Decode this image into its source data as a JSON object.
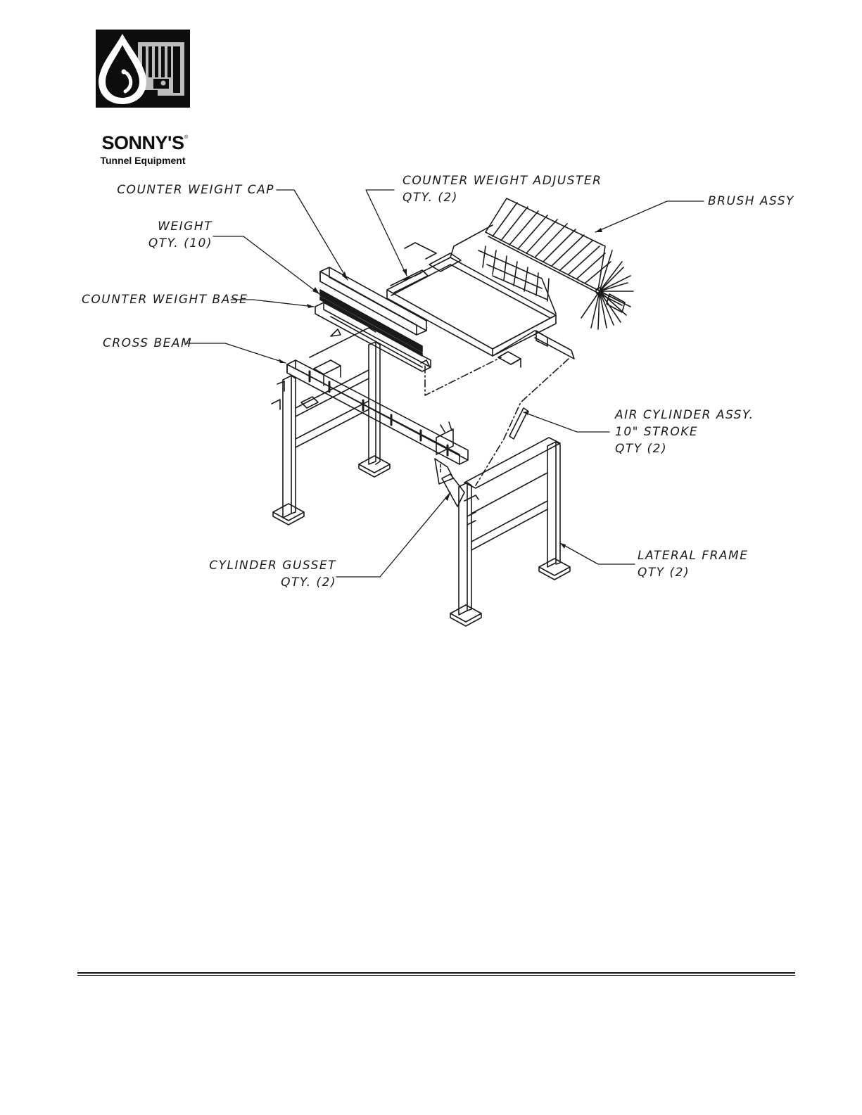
{
  "logo": {
    "name": "SONNY'S",
    "registered_mark": "®",
    "subtitle": "Tunnel Equipment"
  },
  "callouts": {
    "counter_weight_cap": {
      "line1": "COUNTER WEIGHT CAP"
    },
    "counter_weight_adjuster": {
      "line1": "COUNTER WEIGHT ADJUSTER",
      "line2": "QTY. (2)"
    },
    "brush_assy": {
      "line1": "BRUSH ASSY"
    },
    "weight": {
      "line1": "WEIGHT",
      "line2": "QTY. (10)"
    },
    "counter_weight_base": {
      "line1": "COUNTER WEIGHT BASE"
    },
    "cross_beam": {
      "line1": "CROSS BEAM"
    },
    "air_cylinder_assy": {
      "line1": "AIR CYLINDER ASSY.",
      "line2": "10\" STROKE",
      "line3": "QTY (2)"
    },
    "cylinder_gusset": {
      "line1": "CYLINDER GUSSET",
      "line2": "QTY. (2)"
    },
    "lateral_frame": {
      "line1": "LATERAL FRAME",
      "line2": "QTY (2)"
    }
  },
  "colors": {
    "ink": "#1a1a1a",
    "paper": "#ffffff",
    "logo_dark": "#0d0d0d"
  }
}
